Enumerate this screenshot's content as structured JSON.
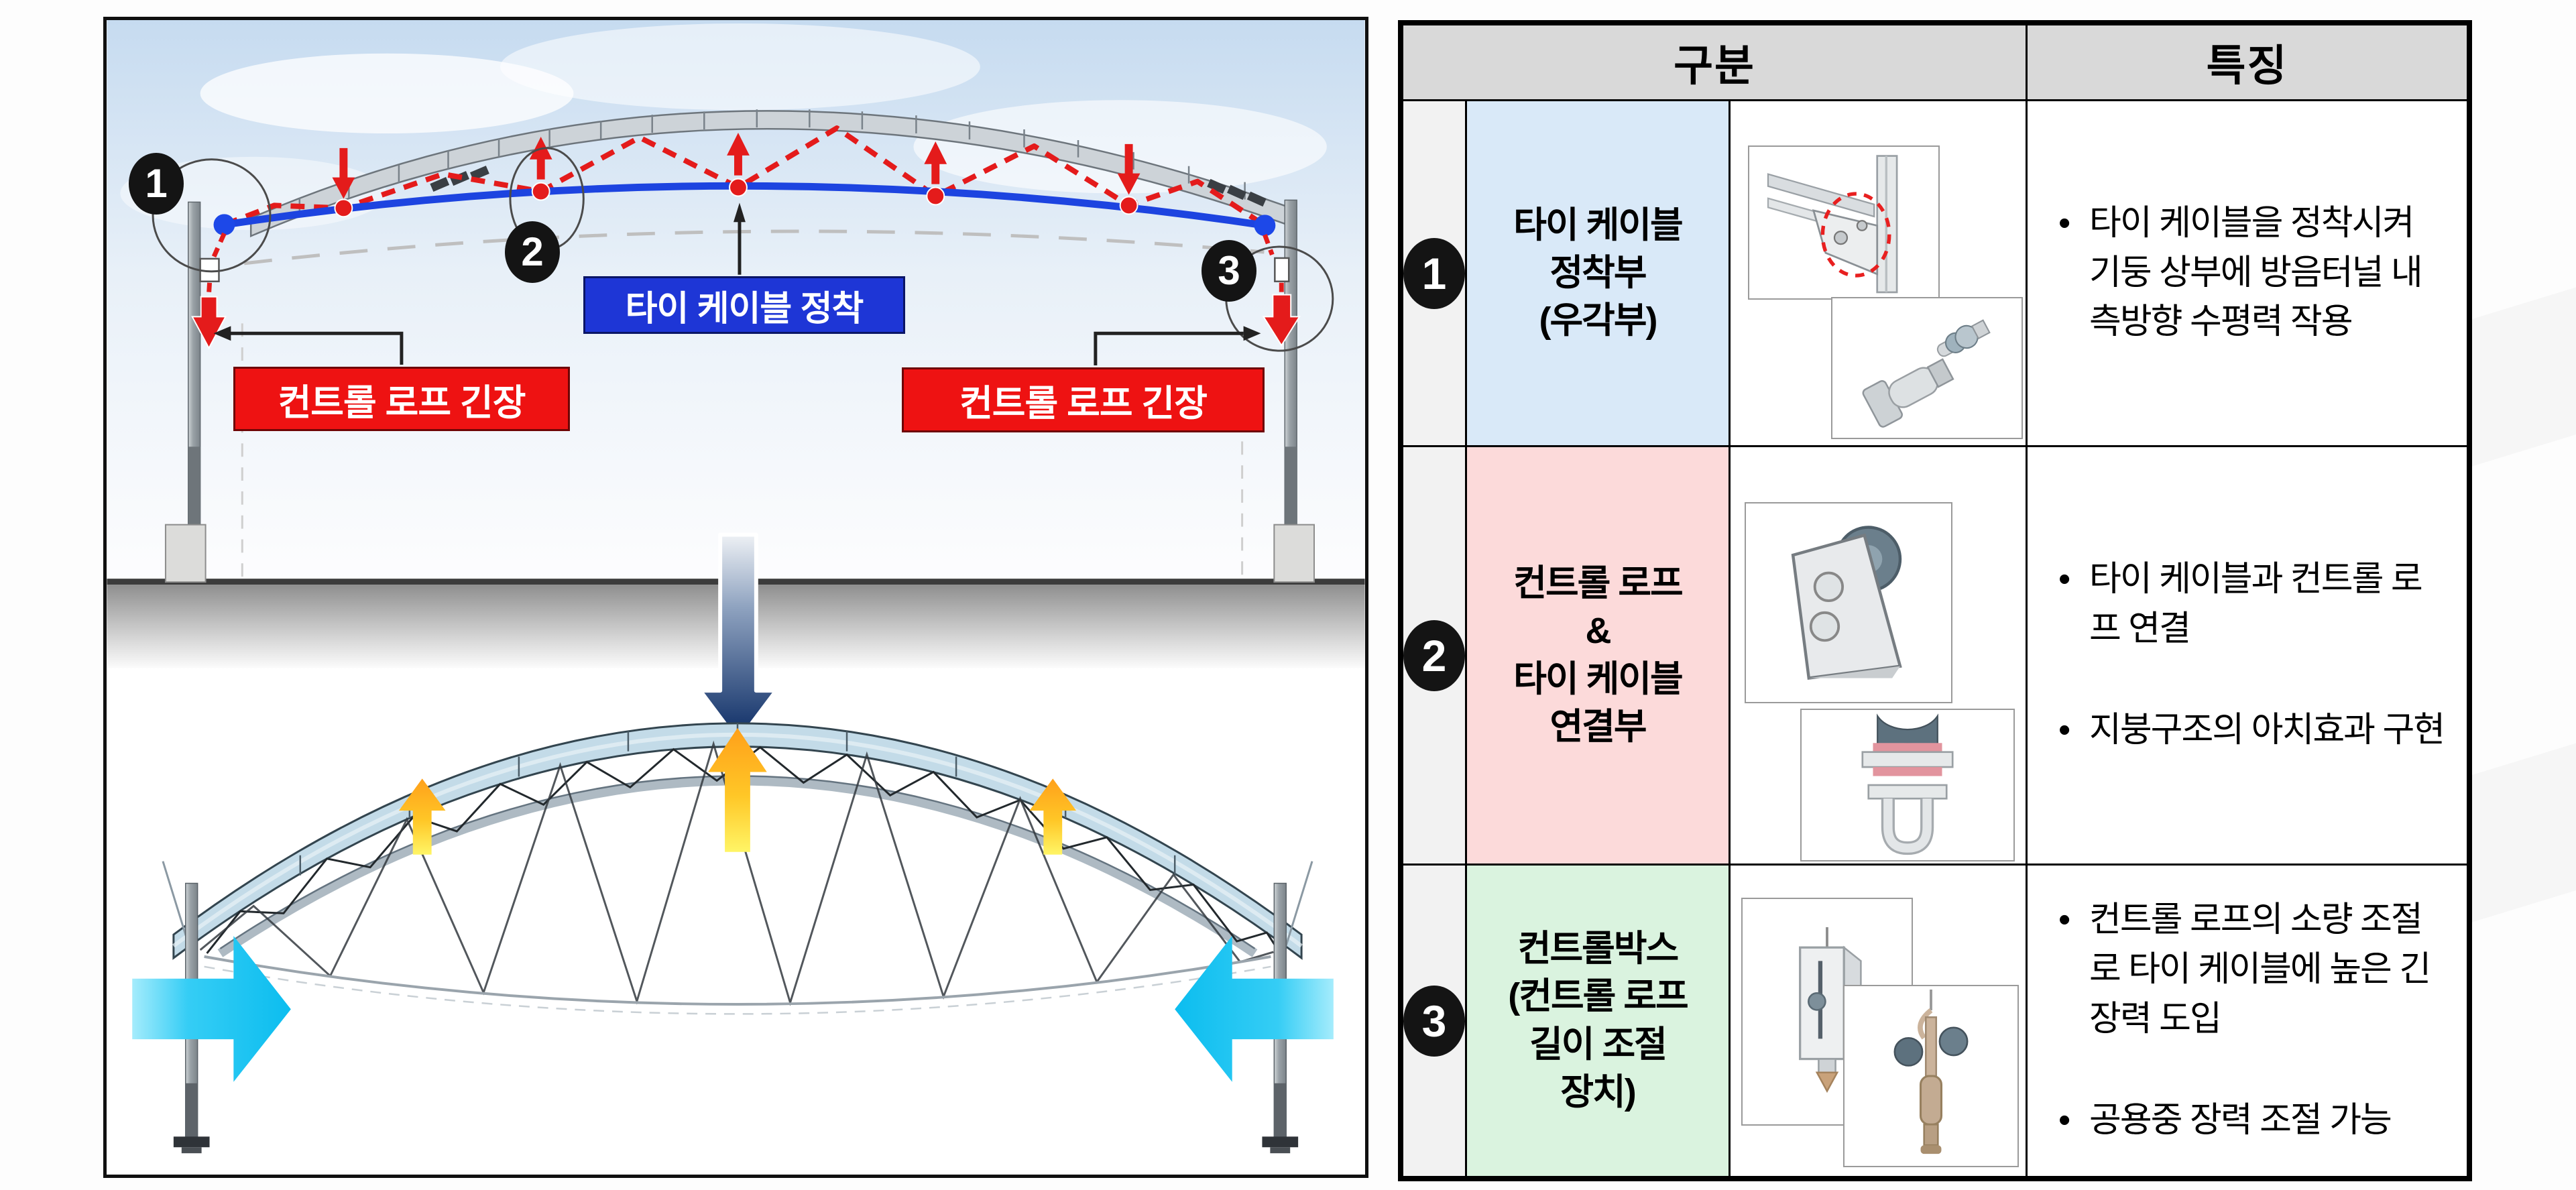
{
  "diagram": {
    "markers": [
      "1",
      "2",
      "3"
    ],
    "labels": {
      "tie_cable_anchor": "타이 케이블 정착",
      "control_rope_left": "컨트롤 로프 긴장",
      "control_rope_right": "컨트롤 로프 긴장"
    },
    "colors": {
      "tie_cable_blue": "#1d44e0",
      "control_rope_red": "#e41b1b",
      "label_blue_bg": "#1e36d6",
      "label_red_bg": "#ee1212",
      "navy_arrow": "#0a2a63",
      "lift_arrow_yellow": "#ffc727",
      "inward_arrow_cyan": "#1cc6f2"
    }
  },
  "table": {
    "header": {
      "category": "구분",
      "feature": "특징"
    },
    "rows": [
      {
        "num": "1",
        "bg": "#d9e9f8",
        "label_lines": [
          "타이 케이블",
          "정착부",
          "(우각부)"
        ],
        "features": [
          "타이 케이블을 정착시켜 기둥 상부에 방음터널 내측방향 수평력 작용"
        ]
      },
      {
        "num": "2",
        "bg": "#fcdada",
        "label_lines": [
          "컨트롤 로프",
          "&",
          "타이 케이블",
          "연결부"
        ],
        "features": [
          "타이 케이블과 컨트롤 로프 연결",
          "지붕구조의 아치효과 구현"
        ]
      },
      {
        "num": "3",
        "bg": "#daf3df",
        "label_lines": [
          "컨트롤박스",
          "(컨트롤 로프",
          "길이 조절",
          "장치)"
        ],
        "features": [
          "컨트롤 로프의 소량 조절로 타이 케이블에 높은 긴장력 도입",
          "공용중 장력 조절 가능"
        ]
      }
    ]
  }
}
